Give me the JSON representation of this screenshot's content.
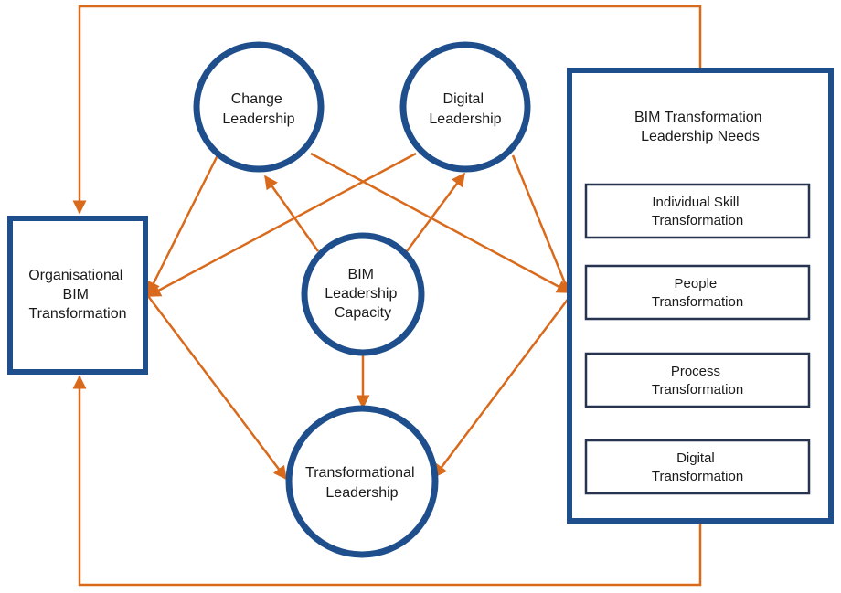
{
  "colors": {
    "node_border": "#1f4e8c",
    "arrow": "#d96a1c",
    "sub_box_border": "#26344f",
    "text": "#1a1a1a"
  },
  "nodes": {
    "change_leadership": [
      "Change",
      "Leadership"
    ],
    "digital_leadership": [
      "Digital",
      "Leadership"
    ],
    "bim_leadership_capacity": [
      "BIM",
      "Leadership",
      "Capacity"
    ],
    "transformational_leadership": [
      "Transformational",
      "Leadership"
    ],
    "organisational_bim_transformation": [
      "Organisational",
      "BIM",
      "Transformation"
    ]
  },
  "needs_panel": {
    "title": [
      "BIM Transformation",
      "Leadership Needs"
    ],
    "items": [
      [
        "Individual Skill",
        "Transformation"
      ],
      [
        "People",
        "Transformation"
      ],
      [
        "Process",
        "Transformation"
      ],
      [
        "Digital",
        "Transformation"
      ]
    ]
  }
}
